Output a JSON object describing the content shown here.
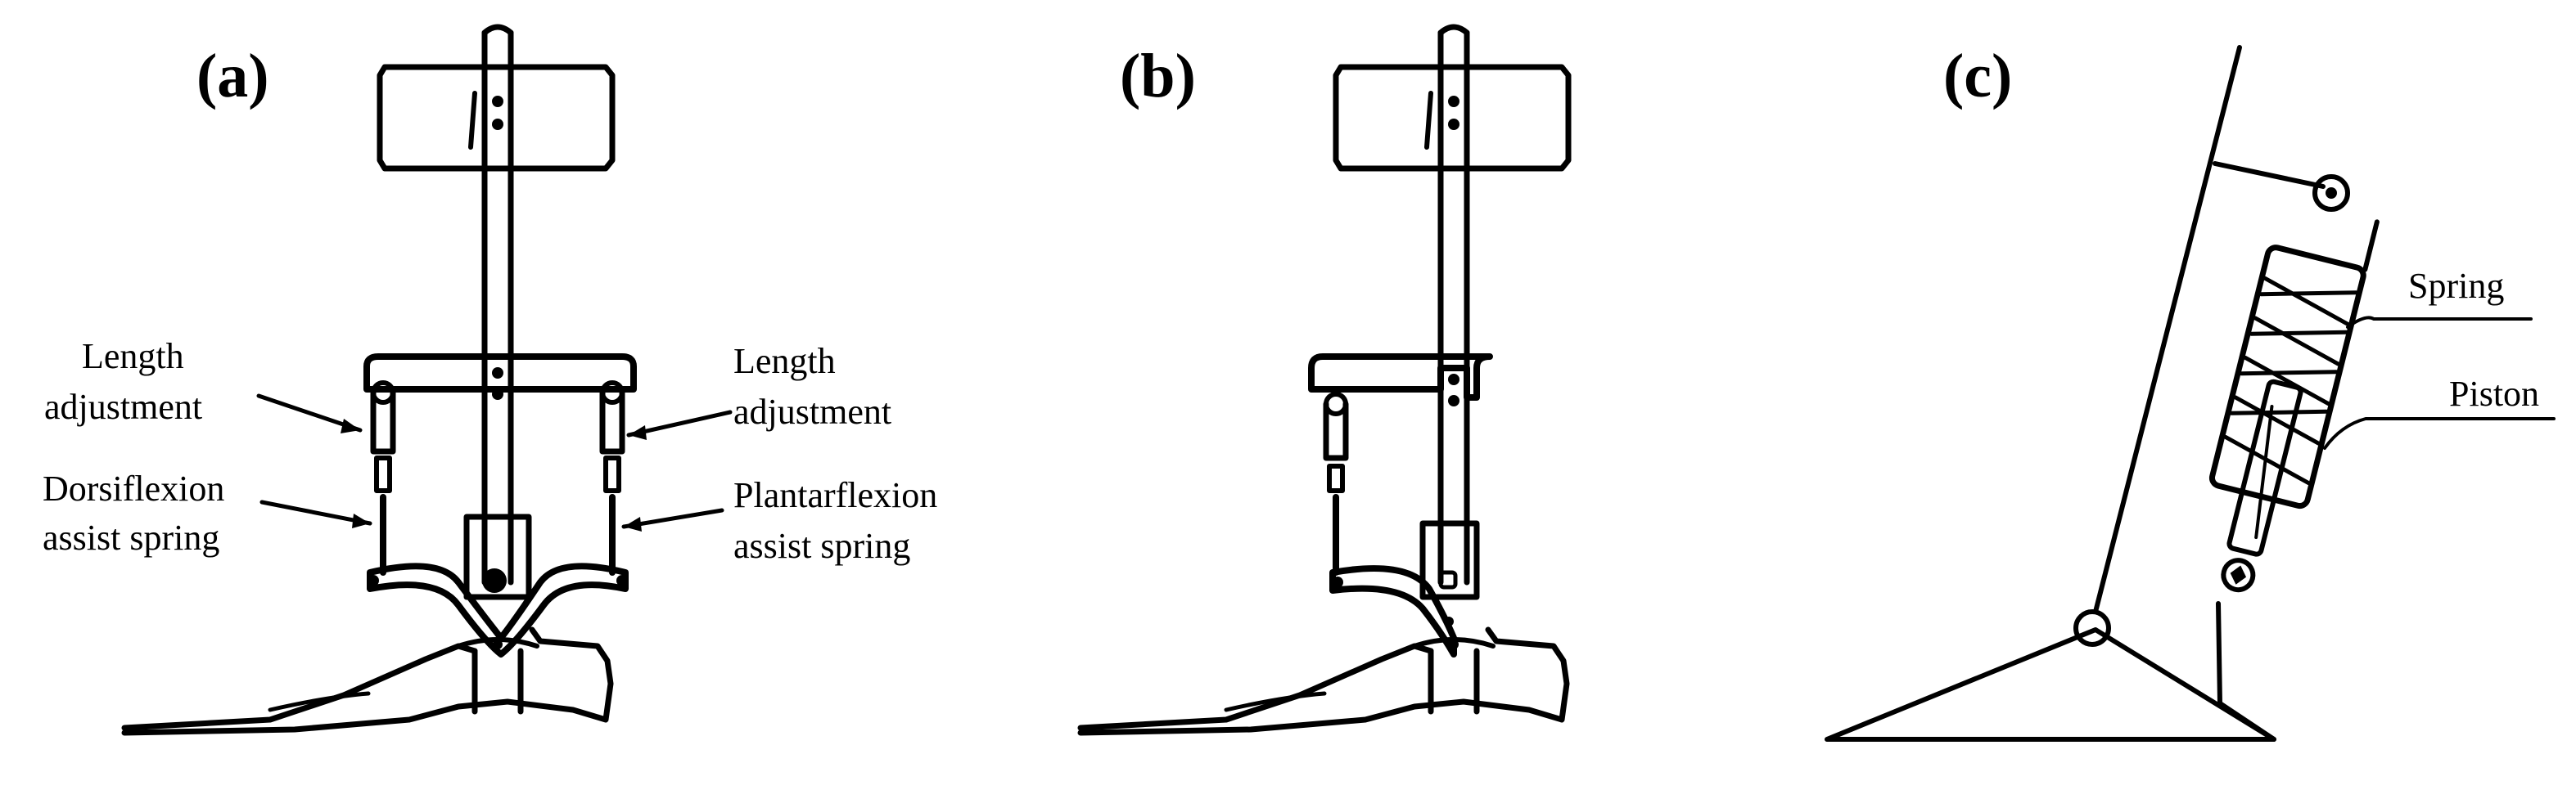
{
  "panels": [
    {
      "label": "(a)",
      "callouts": [
        {
          "line1": "Length",
          "line2": "adjustment"
        },
        {
          "line1": "Dorsiflexion",
          "line2": "assist spring"
        },
        {
          "line1": "Length",
          "line2": "adjustment"
        },
        {
          "line1": "Plantarflexion",
          "line2": "assist spring"
        }
      ]
    },
    {
      "label": "(b)"
    },
    {
      "label": "(c)",
      "callouts": [
        {
          "line1": "Spring"
        },
        {
          "line1": "Piston"
        }
      ]
    }
  ]
}
